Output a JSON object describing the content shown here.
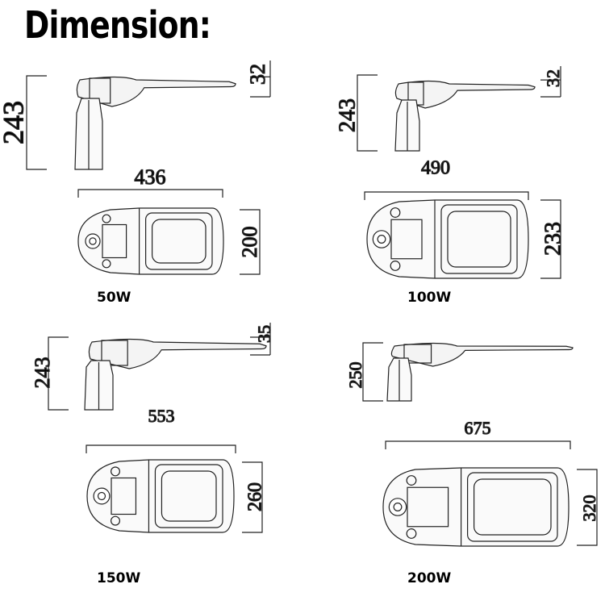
{
  "title": "Dimension:",
  "models": [
    {
      "label": "50W",
      "height": "243",
      "head_thickness": "32",
      "length": "436",
      "width": "200"
    },
    {
      "label": "100W",
      "height": "243",
      "head_thickness": "32",
      "length": "490",
      "width": "233"
    },
    {
      "label": "150W",
      "height": "243",
      "head_thickness": "35",
      "length": "553",
      "width": "260"
    },
    {
      "label": "200W",
      "height": "250",
      "head_thickness": "",
      "length": "675",
      "width": "320"
    }
  ]
}
